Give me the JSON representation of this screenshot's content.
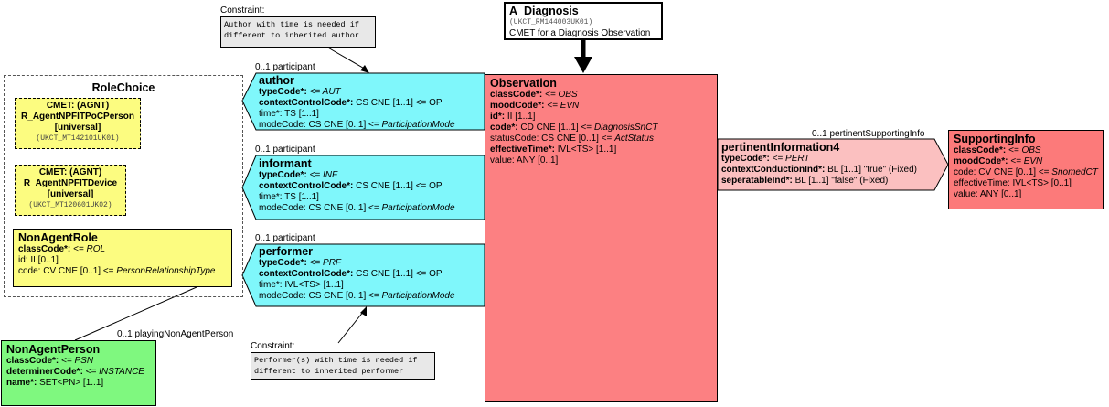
{
  "colors": {
    "participation": "#7ff7fb",
    "observation": "#fc8082",
    "supporting": "#fc7a7a",
    "pertinent": "#fbc0c0",
    "roles": "#fcfc80",
    "entity": "#7ff87f",
    "note": "#e8e8e8"
  },
  "constraint_author": {
    "header": "Constraint:",
    "text": [
      "Author with time is needed if",
      "different to inherited author"
    ]
  },
  "constraint_performer": {
    "header": "Constraint:",
    "text": [
      "Performer(s) with time is needed if",
      "different to inherited performer"
    ]
  },
  "entry": {
    "title": "A_Diagnosis",
    "id": "(UKCT_RM144003UK01)",
    "desc": "CMET for a Diagnosis Observation"
  },
  "role_choice": {
    "title": "RoleChoice",
    "cmet1": {
      "line1": "CMET: (AGNT)",
      "line2": "R_AgentNPFITPoCPerson",
      "line3": "[universal]",
      "id": "(UKCT_MT142101UK01)"
    },
    "cmet2": {
      "line1": "CMET: (AGNT)",
      "line2": "R_AgentNPFITDevice",
      "line3": "[universal]",
      "id": "(UKCT_MT120601UK02)"
    },
    "non_agent_role": {
      "title": "NonAgentRole",
      "r1k": "classCode*:",
      "r1v": " <= ROL",
      "r2": "id: II [0..1]",
      "r3a": "code: CV CNE [0..1] <= ",
      "r3b": "PersonRelationshipType"
    }
  },
  "non_agent_person": {
    "title": "NonAgentPerson",
    "r1k": "classCode*:",
    "r1v": " <= PSN",
    "r2k": "determinerCode*:",
    "r2v": " <= INSTANCE",
    "r3k": "name*:",
    "r3v": " SET<PN> [1..1]"
  },
  "labels": {
    "author_part": "0..1 participant",
    "informant_part": "0..1 participant",
    "performer_part": "0..1 participant",
    "playing": "0..1 playingNonAgentPerson",
    "pertinent_support": "0..1 pertinentSupportingInfo"
  },
  "author": {
    "title": "author",
    "r1k": "typeCode*:",
    "r1v": " <= AUT",
    "r2k": "contextControlCode*:",
    "r2v": " CS CNE [1..1] <= OP",
    "r3": "time*: TS [1..1]",
    "r4a": "modeCode: CS CNE [0..1] <= ",
    "r4b": "ParticipationMode"
  },
  "informant": {
    "title": "informant",
    "r1k": "typeCode*:",
    "r1v": " <= INF",
    "r2k": "contextControlCode*:",
    "r2v": " CS CNE [1..1] <= OP",
    "r3": "time*: TS [1..1]",
    "r4a": "modeCode: CS CNE [0..1] <= ",
    "r4b": "ParticipationMode"
  },
  "performer": {
    "title": "performer",
    "r1k": "typeCode*:",
    "r1v": " <= PRF",
    "r2k": "contextControlCode*:",
    "r2v": " CS CNE [1..1] <= OP",
    "r3": "time*: IVL<TS> [1..1]",
    "r4a": "modeCode: CS CNE [0..1] <= ",
    "r4b": "ParticipationMode"
  },
  "observation": {
    "title": "Observation",
    "r1k": "classCode*:",
    "r1v": " <= OBS",
    "r2k": "moodCode*:",
    "r2v": " <= EVN",
    "r3k": "id*:",
    "r3v": " II [1..1]",
    "r4k": "code*:",
    "r4v": " CD CNE [1..1] <= ",
    "r4i": "DiagnosisSnCT",
    "r5a": "statusCode: CS CNE [0..1] <= ",
    "r5b": "ActStatus",
    "r6k": "effectiveTime*:",
    "r6v": " IVL<TS> [1..1]",
    "r7": "value: ANY [0..1]"
  },
  "pertinent_information": {
    "title": "pertinentInformation4",
    "r1k": "typeCode*:",
    "r1v": " <= PERT",
    "r2k": "contextConductionInd*:",
    "r2v": " BL [1..1] \"true\" (Fixed)",
    "r3k": "seperatableInd*:",
    "r3v": " BL [1..1] \"false\" (Fixed)"
  },
  "supporting_info": {
    "title": "SupportingInfo",
    "r1k": "classCode*:",
    "r1v": " <= OBS",
    "r2k": "moodCode*:",
    "r2v": " <= EVN",
    "r3a": "code: CV CNE [0..1] <= ",
    "r3b": "SnomedCT",
    "r4": "effectiveTime: IVL<TS> [0..1]",
    "r5": "value: ANY [0..1]"
  }
}
